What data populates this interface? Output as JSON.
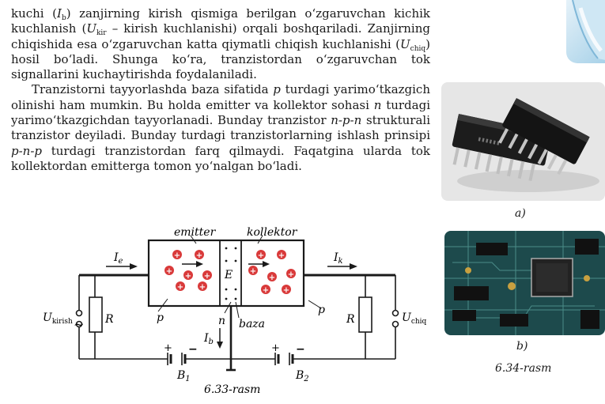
{
  "text": {
    "p1": {
      "s1": "kuchi (",
      "sym_I": "I",
      "sub_b": "b",
      "s2": ") zanjirning kirish qismiga berilgan o‘zgaruvchan kichik kuchlanish (",
      "sym_U": "U",
      "sub_kir": "kir",
      "s3": " – kirish kuchlanishi) orqali boshqariladi. Zanjirning chiqishida esa o‘zgaruvchan katta qiymatli chiqish kuchlanishi (",
      "sym_U2": "U",
      "sub_chiq": "chiq",
      "s4": ") hosil bo‘ladi. Shunga ko‘ra, tranzistordan o‘zgaruvchan tok signallarini kuchaytirishda foydalaniladi."
    },
    "p2": {
      "s1": "Tranzistorni tayyorlashda baza sifatida ",
      "it_p": "p",
      "s2": " turdagi yarimo‘tkazgich olinishi ham mumkin. Bu holda emitter va kollektor sohasi ",
      "it_n": "n",
      "s3": " turdagi yarimo‘tkazgichdan tayyorlanadi. Bunday tranzistor ",
      "it_npn": "n-p-n",
      "s4": " strukturali tranzistor deyiladi. Bunday turdagi tranzistorlarning ishlash prinsipi ",
      "it_pnp": "p-n-p",
      "s5": " turdagi tranzistordan farq qilmaydi. Faqatgina ularda tok kollektordan emitterga tomon yo‘nalgan bo‘ladi."
    }
  },
  "diagram": {
    "label_emitter": "emitter",
    "label_kollektor": "kollektor",
    "label_Ie_main": "I",
    "label_Ie_sub": "e",
    "label_Ik_main": "I",
    "label_Ik_sub": "k",
    "label_E": "E",
    "label_Ib_main": "I",
    "label_Ib_sub": "b",
    "label_p_left": "p",
    "label_n": "n",
    "label_baza": "baza",
    "label_p_right": "p",
    "label_R_left": "R",
    "label_R_right": "R",
    "label_Ukir_main": "U",
    "label_Ukir_sub": "kirish",
    "label_Uchiq_main": "U",
    "label_Uchiq_sub": "chiq",
    "label_tilde": "~",
    "label_B1_main": "B",
    "label_B1_sub": "1",
    "label_B2_main": "B",
    "label_B2_sub": "2",
    "label_plus": "+",
    "label_minus": "−",
    "hole_symbol": "+",
    "caption": "6.33-rasm"
  },
  "figures": {
    "photo_a_label": "a)",
    "photo_b_label": "b)",
    "caption": "6.34-rasm"
  },
  "colors": {
    "hole": "#d93a3a",
    "line": "#1a1a1a",
    "photo_a_bg": "#e6e6e6",
    "photo_b_bg": "#1d4a4c"
  }
}
